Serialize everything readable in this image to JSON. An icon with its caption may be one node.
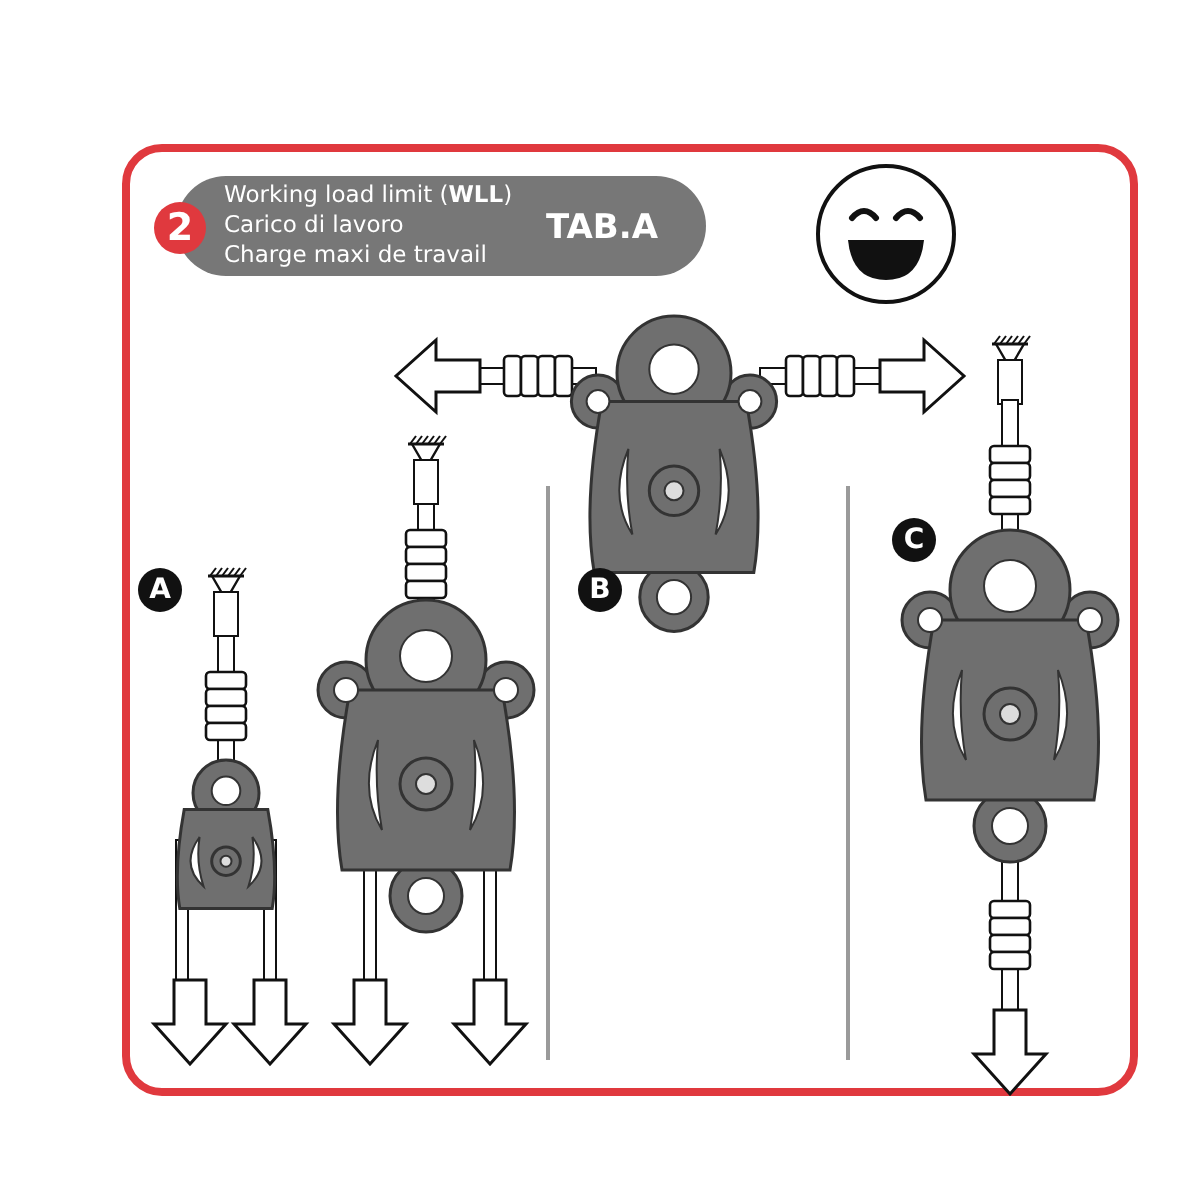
{
  "diagram": {
    "labels": [
      "2",
      "Working load limit (**WLL**)",
      "Carico di lavoro",
      "Charge maxi de travail",
      "TAB.A",
      "A",
      "B",
      "C"
    ]
  }
}
